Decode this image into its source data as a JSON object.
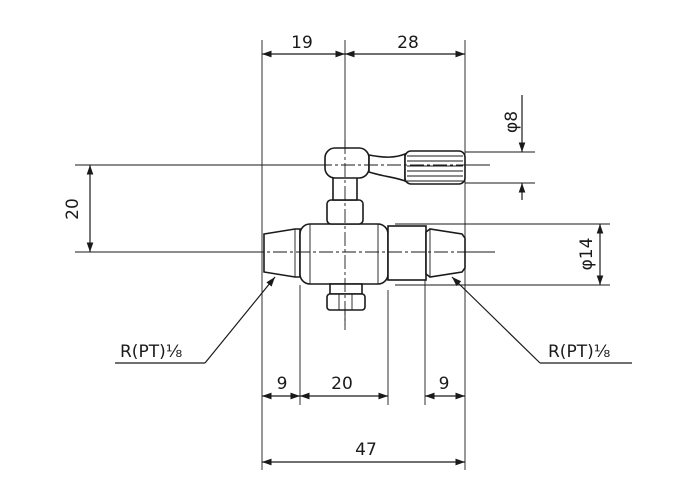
{
  "drawing": {
    "dimensions": {
      "top_left": "19",
      "top_right": "28",
      "handle_diameter": "φ8",
      "handle_height": "20",
      "body_diameter": "φ14",
      "bottom_left": "9",
      "bottom_middle": "20",
      "bottom_right": "9",
      "overall_length": "47"
    },
    "callouts": {
      "left_thread": "R(PT)⅛",
      "right_thread": "R(PT)⅛"
    }
  }
}
